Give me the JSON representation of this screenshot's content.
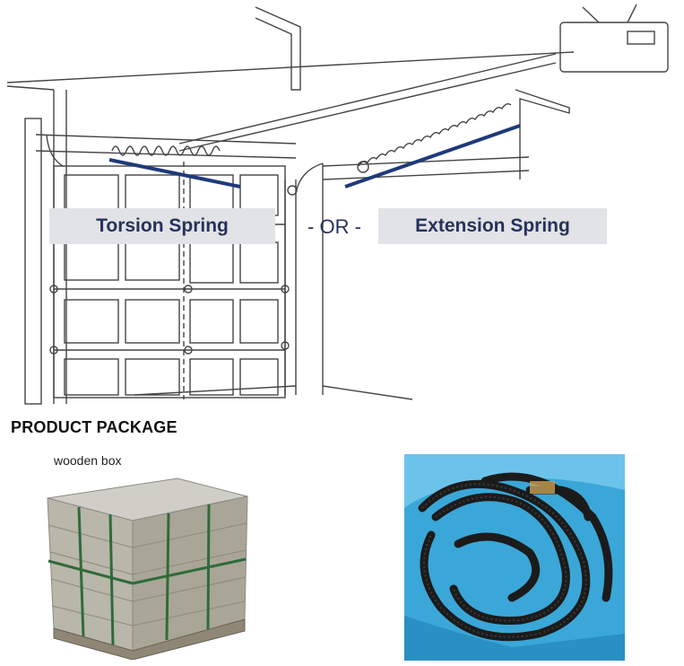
{
  "diagram": {
    "torsion_label": "Torsion Spring",
    "or_label": "- OR -",
    "extension_label": "Extension Spring",
    "spring_color": "#1f3a7a"
  },
  "package": {
    "section_title": "PRODUCT PACKAGE",
    "wooden_box_caption": "wooden box"
  }
}
